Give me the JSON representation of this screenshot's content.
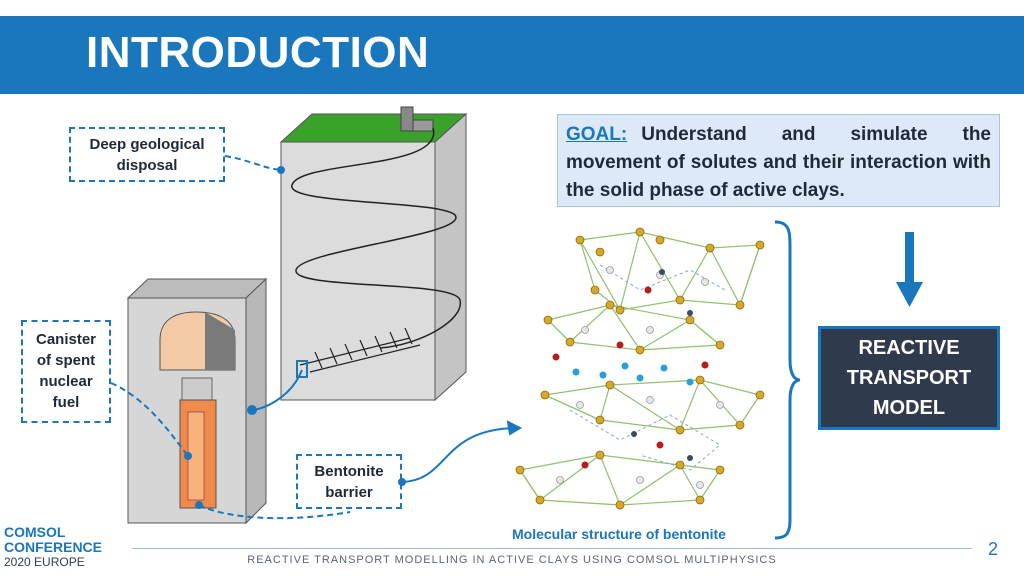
{
  "slide": {
    "title": "INTRODUCTION",
    "labels": {
      "deep_disposal": [
        "Deep geological",
        "disposal"
      ],
      "canister": [
        "Canister",
        "of spent",
        "nuclear",
        "fuel"
      ],
      "bentonite": [
        "Bentonite",
        "barrier"
      ]
    },
    "goal": {
      "label": "GOAL:",
      "text": "Understand and simulate the movement of solutes and their interaction with the solid phase of active clays."
    },
    "model": [
      "REACTIVE",
      "TRANSPORT",
      "MODEL"
    ],
    "caption": "Molecular structure of bentonite",
    "footer": "REACTIVE TRANSPORT MODELLING IN ACTIVE CLAYS USING COMSOL MULTIPHYSICS",
    "page_number": "2",
    "logo": {
      "line1": "COMSOL",
      "line2": "CONFERENCE",
      "year": "2020",
      "region": "EUROPE"
    }
  },
  "colors": {
    "accent": "#1a76bd",
    "dark": "#2f3b4d",
    "goal_bg": "#dde9f6",
    "grass": "#3aa12b"
  }
}
